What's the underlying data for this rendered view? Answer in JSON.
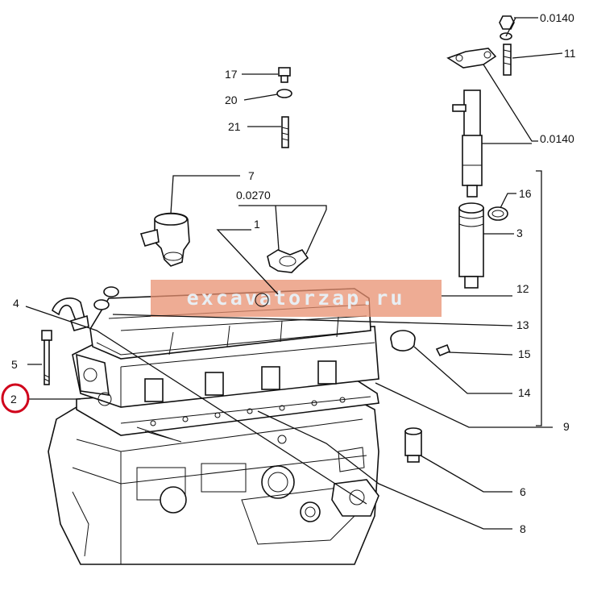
{
  "callouts": {
    "c_0140_nut": "0.0140",
    "c_11": "11",
    "c_17": "17",
    "c_20": "20",
    "c_21": "21",
    "c_0140_injector": "0.0140",
    "c_7": "7",
    "c_16": "16",
    "c_0270": "0.0270",
    "c_1": "1",
    "c_3": "3",
    "c_4": "4",
    "c_12": "12",
    "c_13": "13",
    "c_5": "5",
    "c_15": "15",
    "c_2": "2",
    "c_14": "14",
    "c_9": "9",
    "c_6": "6",
    "c_8": "8"
  },
  "watermark": "excavatorzap.ru",
  "colors": {
    "highlight": "#d0021b",
    "watermark_band": "#e89070",
    "line": "#111111"
  }
}
